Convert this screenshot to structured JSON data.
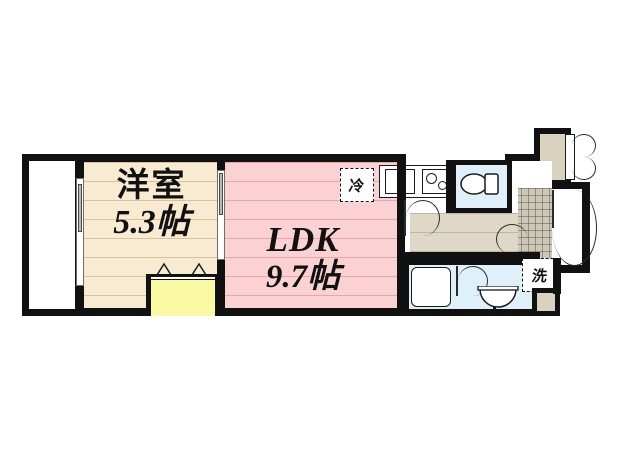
{
  "plan": {
    "type": "apartment-floor-plan",
    "layout_code": "1LDK",
    "orientation_note": "balcony at left (west), entrance at right (east)",
    "background_color": "#ffffff",
    "wall_color": "#111111"
  },
  "rooms": [
    {
      "id": "washitsu",
      "name_jp": "洋室",
      "size_label": "5.3帖",
      "size_value": 5.3,
      "size_unit": "帖",
      "fill_color": "#f8ebd2",
      "kind": "western-style-bedroom"
    },
    {
      "id": "ldk",
      "name_jp": "LDK",
      "size_label": "9.7帖",
      "size_value": 9.7,
      "size_unit": "帖",
      "fill_color": "#fbd2d4",
      "kind": "living-dining-kitchen"
    }
  ],
  "markers": {
    "refrigerator": {
      "glyph": "冷",
      "meaning": "refrigerator-space",
      "style": "dashed-box"
    },
    "washer": {
      "glyph": "洗",
      "meaning": "washing-machine-space",
      "style": "dashed-box"
    }
  },
  "fixtures": [
    {
      "id": "balcony",
      "label": "balcony",
      "fill": "#ffffff"
    },
    {
      "id": "closet",
      "label": "closet",
      "fill": "#fbfaa4"
    },
    {
      "id": "kitchen-sink",
      "label": "kitchen sink",
      "fill": "#ffffff"
    },
    {
      "id": "stove",
      "label": "two-burner stove",
      "fill": "#ffffff"
    },
    {
      "id": "toilet",
      "label": "toilet",
      "fill": "#dff0fa"
    },
    {
      "id": "bathtub",
      "label": "bathtub",
      "fill": "#ffffff"
    },
    {
      "id": "unit-bath",
      "label": "unit bath",
      "fill": "#dff0fa"
    },
    {
      "id": "vanity-basin",
      "label": "wash basin",
      "fill": "#dff0fa"
    },
    {
      "id": "shoe-cabinet",
      "label": "shoe cabinet",
      "fill": "#d8d2bf"
    },
    {
      "id": "genkan",
      "label": "entrance / genkan",
      "fill": "#ccc7b6"
    },
    {
      "id": "corridor",
      "label": "corridor",
      "fill": "#ded8c6"
    }
  ],
  "doors": [
    {
      "id": "entrance-door",
      "type": "swing"
    },
    {
      "id": "ldk-corridor-door",
      "type": "swing"
    },
    {
      "id": "toilet-door",
      "type": "swing"
    },
    {
      "id": "unit-bath-door",
      "type": "swing"
    },
    {
      "id": "vanity-door",
      "type": "swing"
    },
    {
      "id": "room-ldk-sliding-door",
      "type": "sliding"
    },
    {
      "id": "balcony-sliding-door",
      "type": "sliding"
    }
  ]
}
